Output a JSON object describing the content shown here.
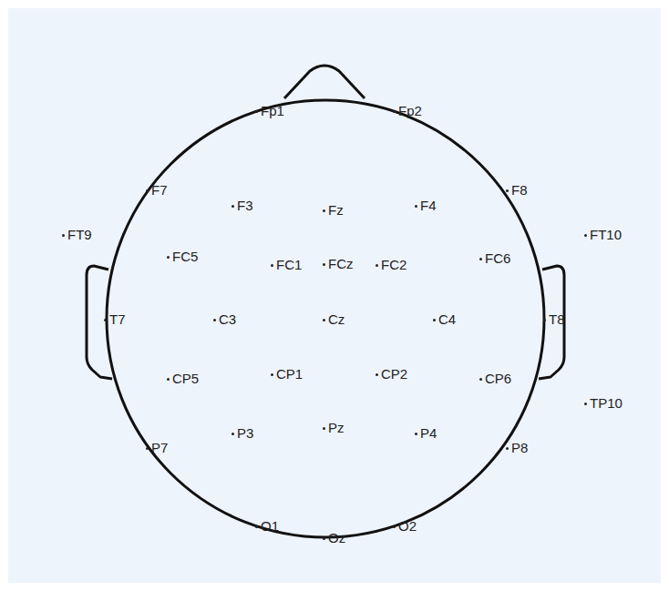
{
  "diagram": {
    "labels": [
      "Fp1",
      "Fp2",
      "F7",
      "F3",
      "Fz",
      "F4",
      "F8",
      "FT9",
      "FT10",
      "FC5",
      "FC1",
      "FCz",
      "FC2",
      "FC6",
      "T7",
      "C3",
      "Cz",
      "C4",
      "T8",
      "CP5",
      "CP1",
      "CP2",
      "CP6",
      "TP10",
      "P7",
      "P3",
      "Pz",
      "P4",
      "P8",
      "O1",
      "Oz",
      "O2"
    ]
  }
}
